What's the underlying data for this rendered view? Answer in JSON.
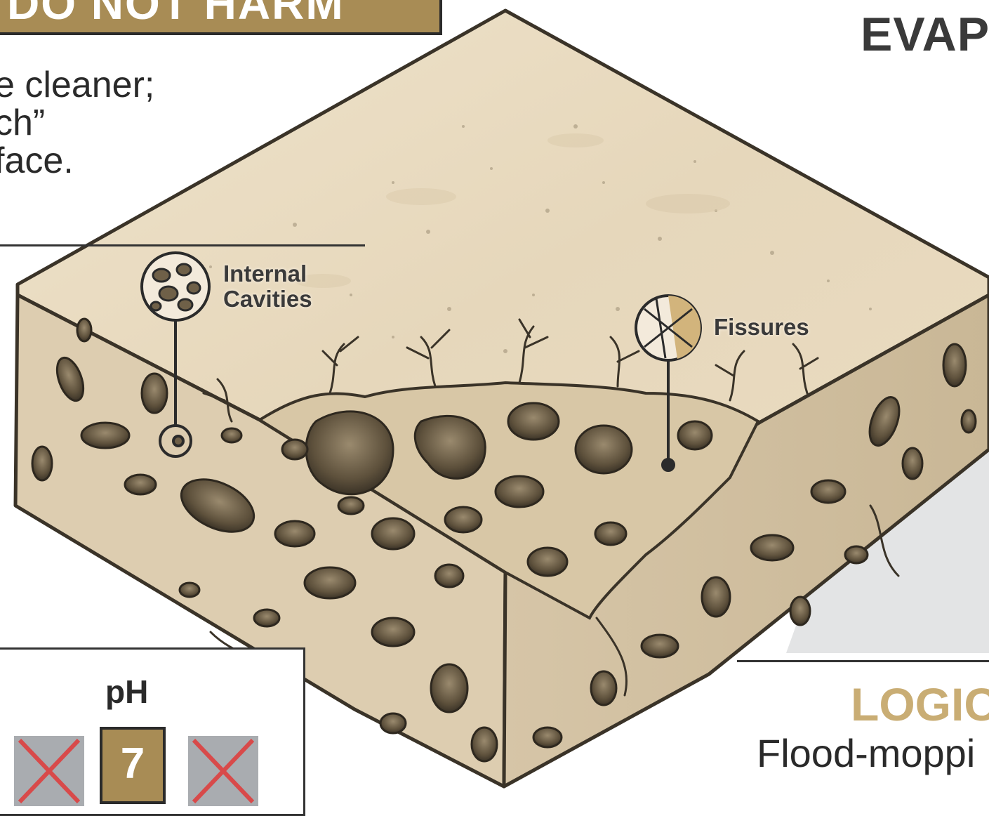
{
  "banner": {
    "text": "DO NOT HARM"
  },
  "tip": {
    "lines": [
      "e cleaner;",
      "ch”",
      "face."
    ]
  },
  "ph": {
    "label": "pH",
    "neutral_value": "7",
    "colors": {
      "gold": "#a88c55",
      "gray": "#a9acb0",
      "cross": "#d84a4a"
    }
  },
  "side": {
    "evaporation_heading": "EVAPO",
    "logic_heading": "LOGIC",
    "logic_text": "Flood-moppi"
  },
  "callouts": {
    "cavities": {
      "line1": "Internal",
      "line2": "Cavities",
      "icon": "cavities-icon"
    },
    "fissures": {
      "label": "Fissures",
      "icon": "fissures-icon"
    }
  },
  "colors": {
    "stone_top": "#e9dcc4",
    "stone_side": "#ddcdb0",
    "hole": "#6f6048",
    "outline": "#3a3328"
  }
}
